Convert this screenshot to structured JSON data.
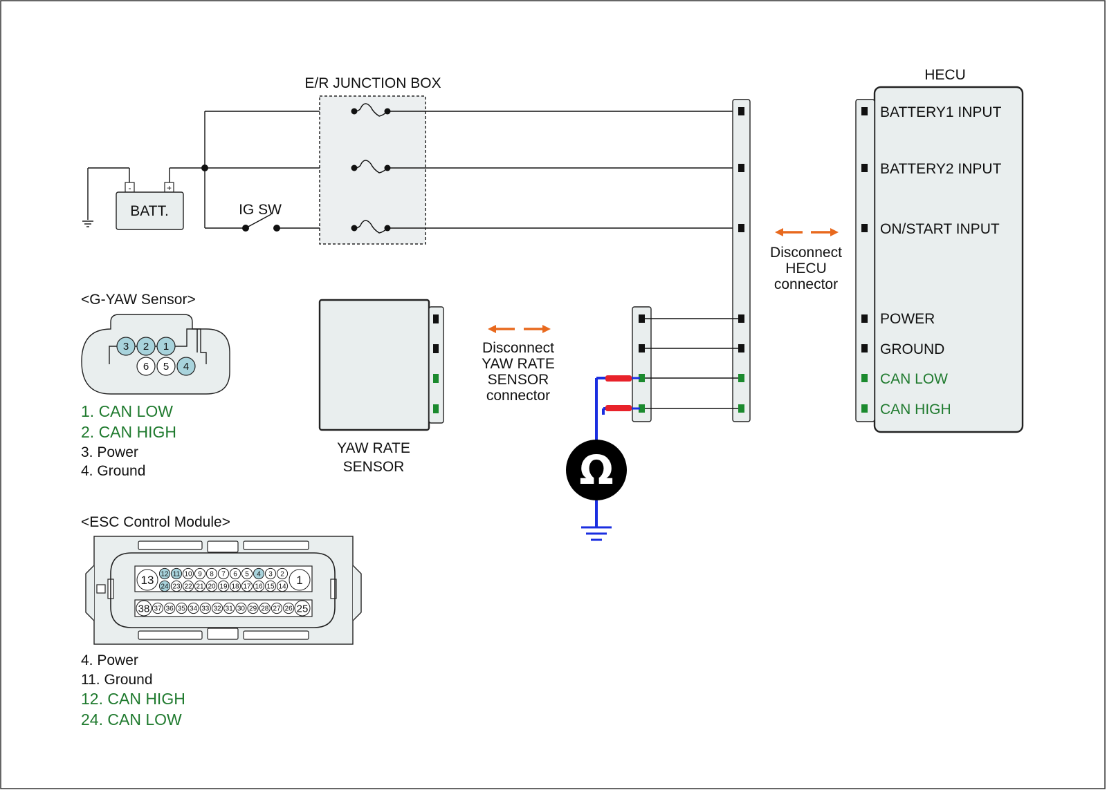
{
  "title": "",
  "junction_box": {
    "label": "E/R JUNCTION BOX"
  },
  "battery": {
    "label": "BATT.",
    "neg": "-",
    "pos": "+"
  },
  "ignition": {
    "label": "IG SW"
  },
  "hecu": {
    "title": "HECU",
    "pins": [
      {
        "label": "BATTERY1 INPUT",
        "color": "#111111"
      },
      {
        "label": "BATTERY2 INPUT",
        "color": "#111111"
      },
      {
        "label": "ON/START INPUT",
        "color": "#111111"
      },
      {
        "label": "POWER",
        "color": "#111111"
      },
      {
        "label": "GROUND",
        "color": "#111111"
      },
      {
        "label": "CAN LOW",
        "color": "#1f7a2e"
      },
      {
        "label": "CAN HIGH",
        "color": "#1f7a2e"
      }
    ]
  },
  "hecu_disconnect": {
    "line1": "Disconnect",
    "line2": "HECU",
    "line3": "connector"
  },
  "yaw_disconnect": {
    "line1": "Disconnect",
    "line2": "YAW RATE",
    "line3": "SENSOR",
    "line4": "connector"
  },
  "yaw_sensor": {
    "line1": "YAW RATE",
    "line2": "SENSOR"
  },
  "ohmmeter": {
    "symbol": "Ω"
  },
  "g_yaw": {
    "title": "<G-YAW Sensor>",
    "pin_numbers": [
      "3",
      "2",
      "1",
      "6",
      "5",
      "4"
    ],
    "legend": [
      {
        "text": "1. CAN LOW",
        "color": "#1f7a2e"
      },
      {
        "text": "2. CAN HIGH",
        "color": "#1f7a2e"
      },
      {
        "text": "3. Power",
        "color": "#111111"
      },
      {
        "text": "4. Ground",
        "color": "#111111"
      }
    ]
  },
  "esc": {
    "title": "<ESC Control Module>",
    "top_big_left": "13",
    "top_big_right": "1",
    "row1": [
      "12",
      "11",
      "10",
      "9",
      "8",
      "7",
      "6",
      "5",
      "4",
      "3",
      "2"
    ],
    "row2": [
      "24",
      "23",
      "22",
      "21",
      "20",
      "19",
      "18",
      "17",
      "16",
      "15",
      "14"
    ],
    "bottom_big_left": "38",
    "bottom_big_right": "25",
    "row3": [
      "37",
      "36",
      "35",
      "34",
      "33",
      "32",
      "31",
      "30",
      "29",
      "28",
      "27",
      "26"
    ],
    "highlighted": [
      "12",
      "11",
      "4",
      "24"
    ],
    "legend": [
      {
        "text": "4. Power",
        "color": "#111111"
      },
      {
        "text": "11. Ground",
        "color": "#111111"
      },
      {
        "text": "12. CAN HIGH",
        "color": "#1f7a2e"
      },
      {
        "text": "24. CAN LOW",
        "color": "#1f7a2e"
      }
    ]
  },
  "colors": {
    "can_green": "#1f7a2e",
    "arrow_orange": "#e8691e",
    "probe_red": "#e8222a",
    "probe_blue": "#1a2ee0",
    "highlight_pin": "#a8d3dc"
  }
}
